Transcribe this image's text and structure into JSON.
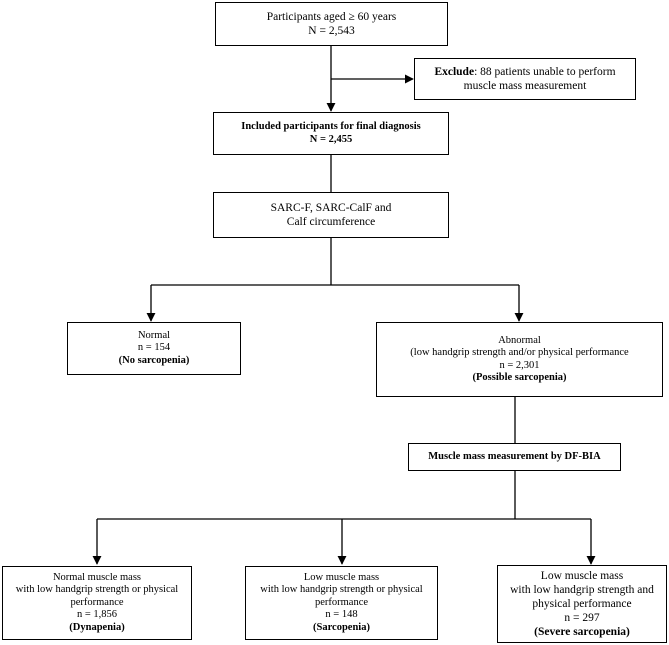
{
  "nodes": {
    "participants": {
      "line1": "Participants aged ≥ 60 years",
      "line2": "N = 2,543"
    },
    "exclude": {
      "bold": "Exclude",
      "rest": ": 88 patients unable to perform",
      "line2": "muscle mass measurement"
    },
    "included": {
      "line1": "Included participants for final diagnosis",
      "line2": "N = 2,455"
    },
    "screening": {
      "line1": "SARC-F, SARC-CalF and",
      "line2": "Calf circumference"
    },
    "normal": {
      "line1": "Normal",
      "line2": "n = 154",
      "line3": "(No sarcopenia)"
    },
    "abnormal": {
      "line1": "Abnormal",
      "line2": "(low handgrip strength and/or physical performance",
      "line3": "n = 2,301",
      "line4": "(Possible sarcopenia)"
    },
    "measurement": {
      "line1": "Muscle mass measurement by DF-BIA"
    },
    "dynapenia": {
      "line1": "Normal muscle mass",
      "line2": "with low handgrip strength or physical",
      "line3": "performance",
      "line4": "n = 1,856",
      "line5": "(Dynapenia)"
    },
    "sarcopenia": {
      "line1": "Low muscle mass",
      "line2": "with low handgrip strength or physical",
      "line3": "performance",
      "line4": "n = 148",
      "line5": "(Sarcopenia)"
    },
    "severe": {
      "line1": "Low muscle mass",
      "line2": "with low handgrip strength and",
      "line3": "physical performance",
      "line4": "n = 297",
      "line5": "(Severe sarcopenia)"
    }
  },
  "colors": {
    "line": "#000000",
    "box_border": "#000000",
    "background": "#ffffff"
  }
}
